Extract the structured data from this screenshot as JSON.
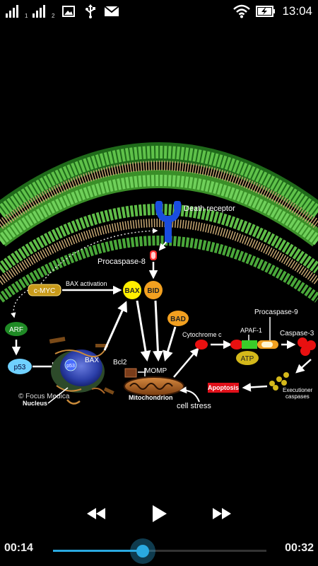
{
  "status_bar": {
    "sim1_label": "1",
    "sim2_label": "2",
    "time": "13:04",
    "icons": [
      "signal-icon",
      "signal-icon",
      "image-icon",
      "usb-icon",
      "mail-icon",
      "wifi-icon",
      "battery-charging-icon"
    ]
  },
  "diagram": {
    "labels": {
      "death_receptor": "Death receptor",
      "procaspase8": "Procaspase-8",
      "cmyc": "c-MYC",
      "bax_activation": "BAX activation",
      "bax": "BAX",
      "bid": "BID",
      "bad": "BAD",
      "arf": "ARF",
      "p53": "p53",
      "p53_small": "p53",
      "bax_small": "BAX",
      "bcl2": "Bcl2",
      "momp": "MOMP",
      "mitochondrion": "Mitochondrion",
      "cell_stress": "cell stress",
      "cytochrome_c": "Cytochrome c",
      "apaf1": "APAF-1",
      "procaspase9": "Procaspase-9",
      "caspase3": "Caspase-3",
      "atp": "ATP",
      "apoptosis": "Apoptosis",
      "executioner_caspases_1": "Executioner",
      "executioner_caspases_2": "caspases",
      "copyright": "© Focus Medica",
      "nucleus": "Nucleus"
    }
  },
  "player": {
    "elapsed": "00:14",
    "total": "00:32",
    "progress": 0.42,
    "accent_color": "#2aa9e0"
  }
}
